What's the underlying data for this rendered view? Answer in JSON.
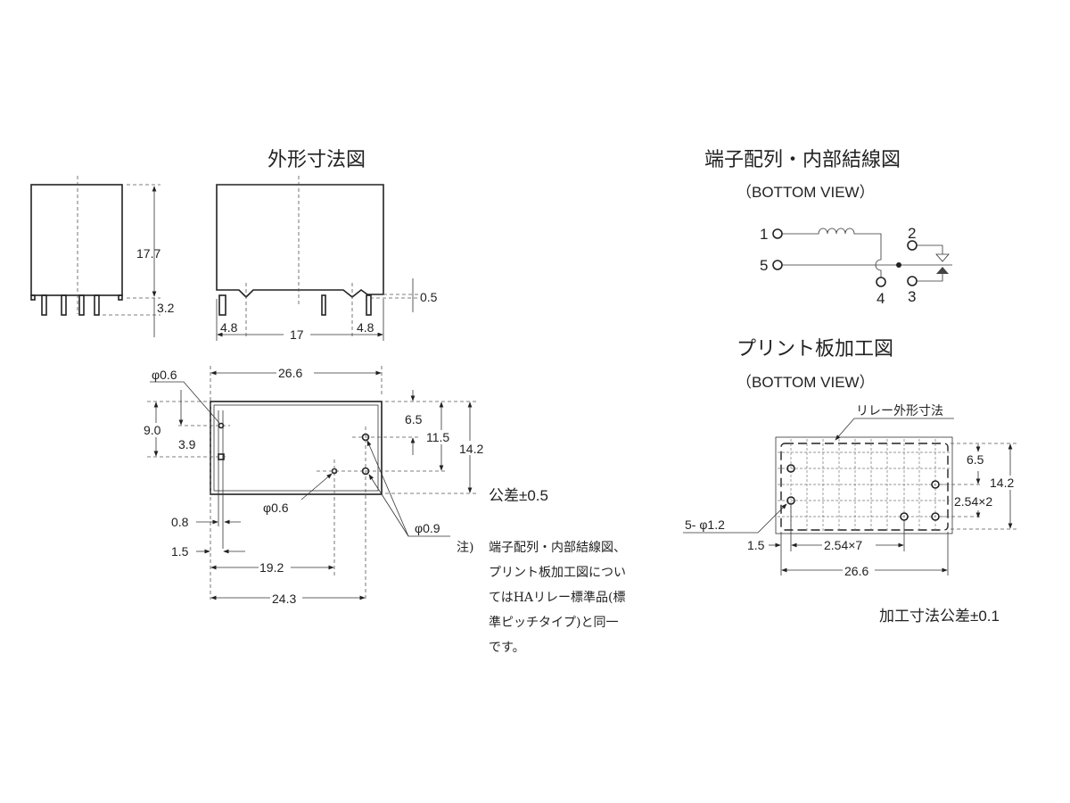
{
  "outline": {
    "title": "外形寸法図",
    "dims": {
      "height": "17.7",
      "pin_length": "3.2",
      "standoff": "0.5",
      "left_pitch": "4.8",
      "center_pitch": "17",
      "right_pitch": "4.8"
    },
    "bottom": {
      "width": "26.6",
      "depth": "14.2",
      "d1": "9.0",
      "d2": "3.9",
      "d3": "6.5",
      "d4": "11.5",
      "hole_a": "φ0.6",
      "hole_b": "φ0.6",
      "hole_c": "φ0.9",
      "w1": "0.8",
      "w2": "1.5",
      "x1": "19.2",
      "x2": "24.3"
    },
    "tolerance": "公差±0.5"
  },
  "note": {
    "mark": "注)",
    "lines": [
      "端子配列・内部結線図、",
      "プリント板加工図につい",
      "てはHAリレー標準品(標",
      "準ピッチタイプ)と同一",
      "です。"
    ]
  },
  "wiring": {
    "title": "端子配列・内部結線図",
    "subtitle": "（BOTTOM VIEW）",
    "terminals": [
      "1",
      "5",
      "4",
      "2",
      "3"
    ]
  },
  "pcb": {
    "title": "プリント板加工図",
    "subtitle": "（BOTTOM VIEW）",
    "relay_outline_label": "リレー外形寸法",
    "holes_label": "5- φ1.2",
    "dims": {
      "d1": "6.5",
      "d2": "14.2",
      "d3": "2.54×2",
      "d4": "1.5",
      "d5": "2.54×7",
      "d6": "26.6"
    },
    "tolerance": "加工寸法公差±0.1"
  }
}
